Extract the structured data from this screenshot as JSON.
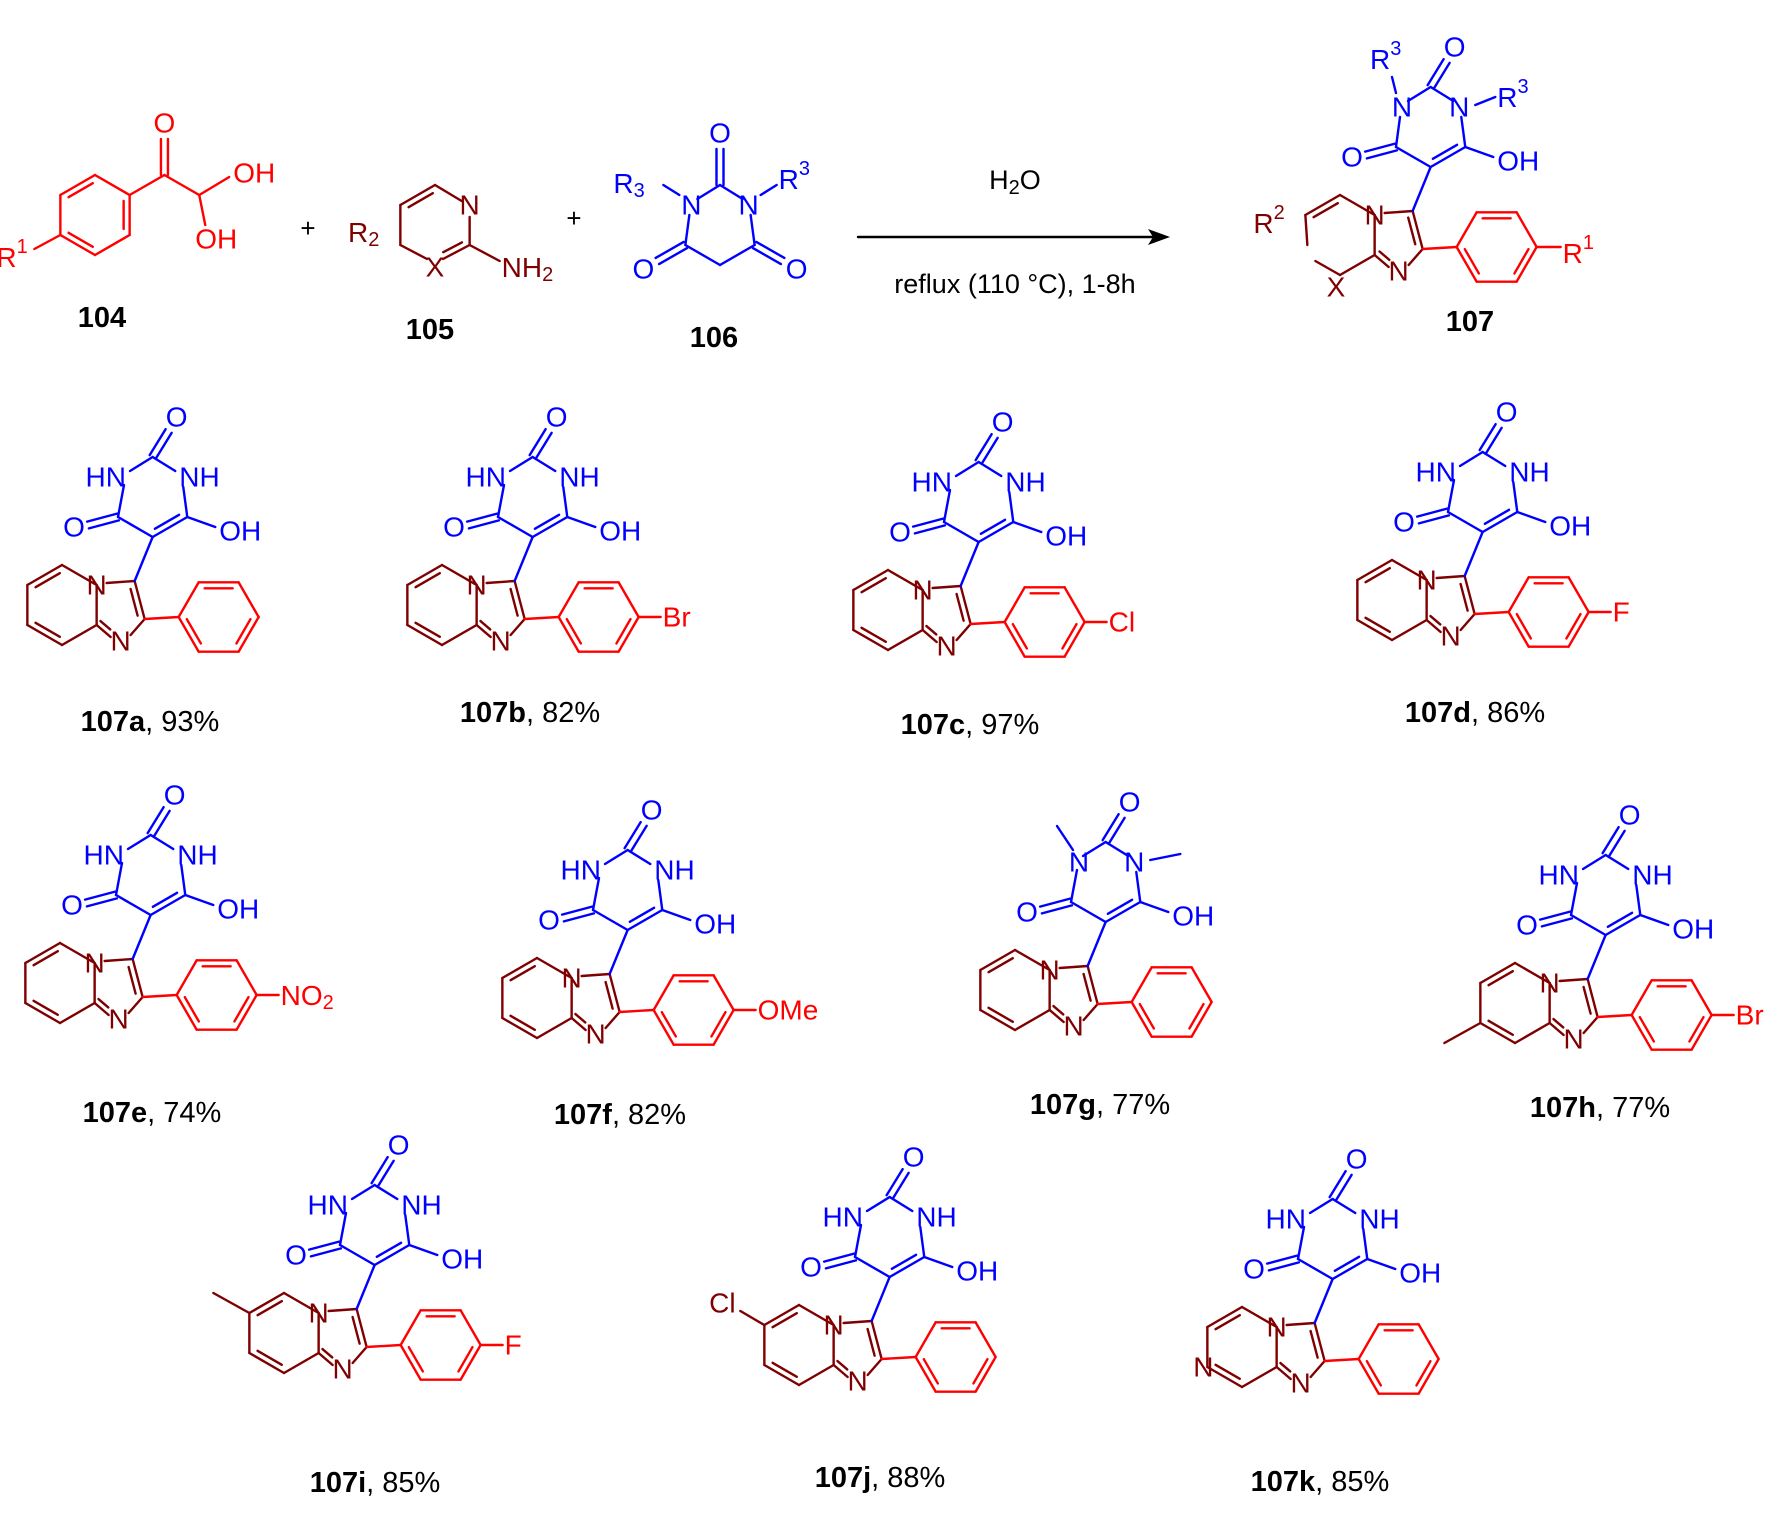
{
  "colors": {
    "barbiturate": "#0000ff",
    "aryl": "#ff0000",
    "heteroaryl": "#7f0000",
    "text": "#000000",
    "background": "#ffffff"
  },
  "reaction": {
    "reagent_labels": [
      "104",
      "105",
      "106"
    ],
    "product_label": "107",
    "plus_sign": "+",
    "arrow_top": "H2O",
    "arrow_bottom": "reflux (110 °C), 1-8h"
  },
  "atoms": {
    "oxygen": "O",
    "nitrogen": "N",
    "hydroxyl": "OH",
    "imide": "HN",
    "amine": "NH",
    "amino": "NH2",
    "r1": "R1",
    "r2": "R2",
    "r3": "R3",
    "x": "X",
    "br": "Br",
    "cl": "Cl",
    "f": "F",
    "no2": "NO2",
    "ome": "OMe"
  },
  "products": [
    {
      "id": "107a",
      "yield": "93%",
      "substituent": ""
    },
    {
      "id": "107b",
      "yield": "82%",
      "substituent": "Br"
    },
    {
      "id": "107c",
      "yield": "97%",
      "substituent": "Cl"
    },
    {
      "id": "107d",
      "yield": "86%",
      "substituent": "F"
    },
    {
      "id": "107e",
      "yield": "74%",
      "substituent": "NO2"
    },
    {
      "id": "107f",
      "yield": "82%",
      "substituent": "OMe"
    },
    {
      "id": "107g",
      "yield": "77%",
      "substituent": ""
    },
    {
      "id": "107h",
      "yield": "77%",
      "substituent": "Br"
    },
    {
      "id": "107i",
      "yield": "85%",
      "substituent": "F"
    },
    {
      "id": "107j",
      "yield": "88%",
      "substituent": ""
    },
    {
      "id": "107k",
      "yield": "85%",
      "substituent": ""
    }
  ]
}
